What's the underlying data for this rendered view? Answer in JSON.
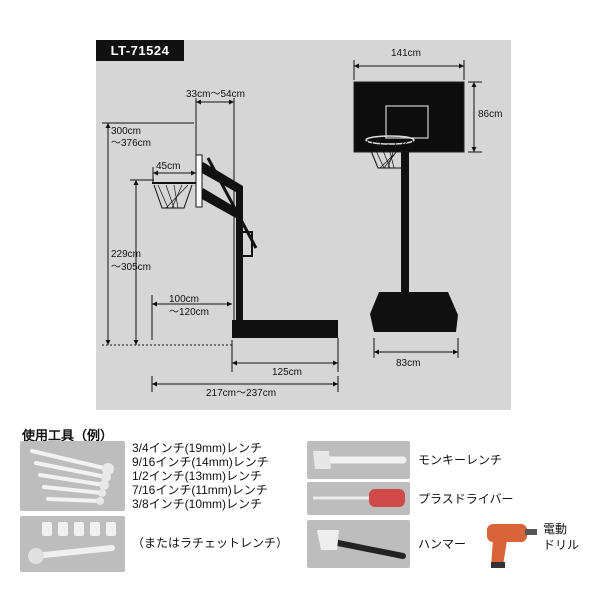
{
  "model": "LT-71524",
  "dimensions": {
    "backboard_width": "141cm",
    "backboard_height": "86cm",
    "offset": "33cm〜54cm",
    "rim_height_line1": "300cm",
    "rim_height_line2": "〜376cm",
    "rim_diameter": "45cm",
    "bottom_height_line1": "229cm",
    "bottom_height_line2": "〜305cm",
    "reach_line1": "100cm",
    "reach_line2": "〜120cm",
    "base_length": "125cm",
    "total_depth": "217cm〜237cm",
    "base_width": "83cm"
  },
  "tools": {
    "heading": "使用工具（例）",
    "wrenches": [
      "3/4インチ(19mm)レンチ",
      "9/16インチ(14mm)レンチ",
      "1/2インチ(13mm)レンチ",
      "7/16インチ(11mm)レンチ",
      "3/8インチ(10mm)レンチ"
    ],
    "ratchet": "（またはラチェットレンチ）",
    "monkey": "モンキーレンチ",
    "screwdriver": "プラスドライバー",
    "hammer": "ハンマー",
    "drill_line1": "電動",
    "drill_line2": "ドリル"
  }
}
